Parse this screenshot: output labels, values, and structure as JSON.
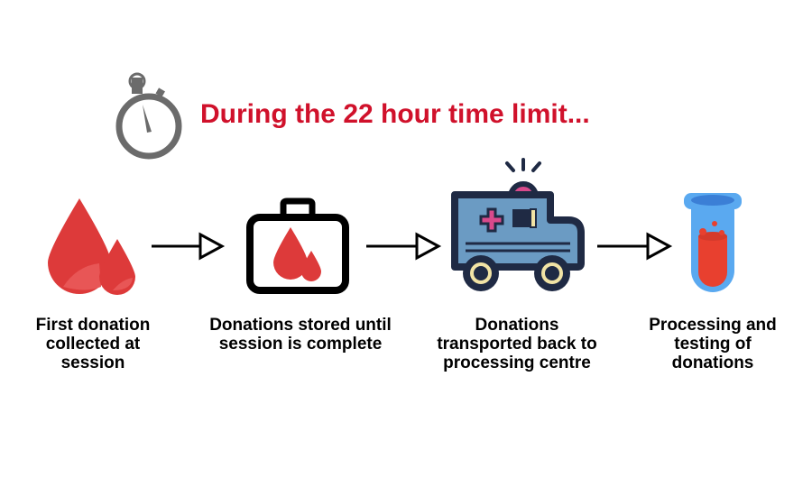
{
  "title": "During the 22 hour time limit...",
  "colors": {
    "title": "#d0112b",
    "blood": "#dd3a3a",
    "ambulance_body": "#6b9bc3",
    "ambulance_outline": "#1f2a44",
    "tube": "#5aa9f0",
    "stopwatch": "#6b6b6b"
  },
  "steps": [
    {
      "icon": "blood-drops-icon",
      "label": "First donation collected at session"
    },
    {
      "icon": "briefcase-icon",
      "label": "Donations stored until session is complete"
    },
    {
      "icon": "ambulance-icon",
      "label": "Donations transported back to processing centre"
    },
    {
      "icon": "test-tube-icon",
      "label": "Processing and testing of donations"
    }
  ]
}
